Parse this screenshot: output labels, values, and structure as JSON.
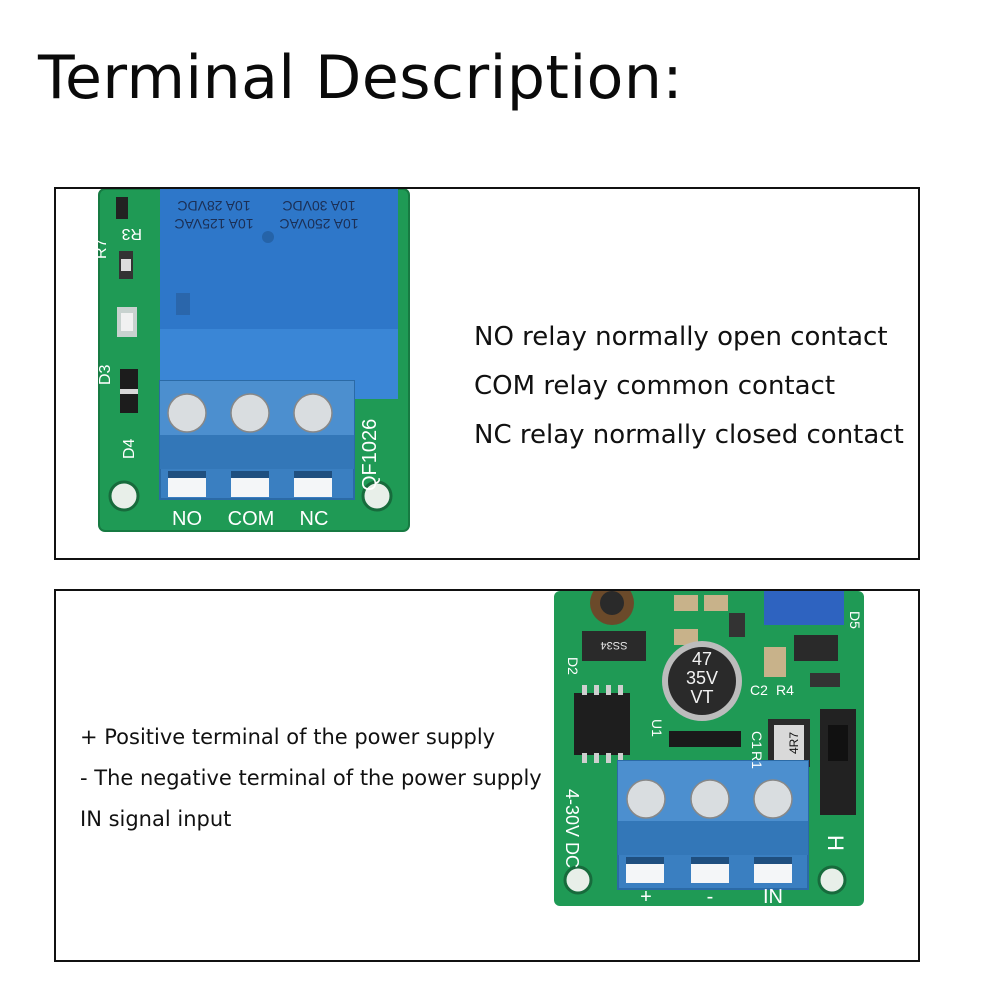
{
  "title": "Terminal Description:",
  "relay_panel": {
    "lines": [
      "NO relay normally open contact",
      "COM relay common contact",
      "NC relay normally closed contact"
    ],
    "terminal_labels": [
      "NO",
      "COM",
      "NC"
    ],
    "relay_text": [
      "10A 250VAC",
      "10A 30VDC",
      "10A 125VAC",
      "10A 28VDC"
    ],
    "board_model": "QF1026",
    "silk": {
      "d3": "D3",
      "d4": "D4",
      "r3": "R3",
      "r7": "R7"
    }
  },
  "power_panel": {
    "lines": [
      "+ Positive terminal of the power supply",
      "- The negative terminal of the power supply",
      "IN signal input"
    ],
    "terminal_labels": [
      "+",
      "-",
      "IN"
    ],
    "voltage_label": "4-30V DC",
    "capacitor_text": [
      "47",
      "35V",
      "VT"
    ],
    "jumper_label": "H",
    "silk": {
      "d2": "D2",
      "d5": "D5",
      "u1": "U1",
      "r1": "R1",
      "r4": "R4",
      "c1": "C1",
      "c2": "C2",
      "ss34": "SS34",
      "inductor": "4R7"
    }
  },
  "colors": {
    "pcb": "#1f9a55",
    "terminal": "#3a7fc1",
    "relay": "#2e77c9",
    "border": "#111111"
  }
}
